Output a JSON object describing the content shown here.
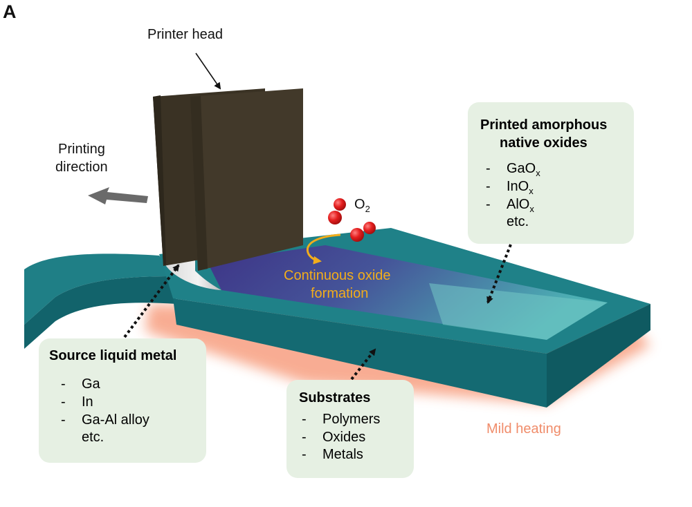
{
  "panel_label": "A",
  "labels": {
    "printer_head": "Printer head",
    "printing_direction_1": "Printing",
    "printing_direction_2": "direction",
    "o2_main": "O",
    "o2_sub": "2",
    "oxide_formation_1": "Continuous oxide",
    "oxide_formation_2": "formation",
    "mild_heating": "Mild heating"
  },
  "boxes": {
    "oxides": {
      "title_1": "Printed amorphous",
      "title_2": "native oxides",
      "items": [
        {
          "dash": "-",
          "main": "GaO",
          "sub": "x"
        },
        {
          "dash": "-",
          "main": "InO",
          "sub": "x"
        },
        {
          "dash": "-",
          "main": "AlO",
          "sub": "x"
        },
        {
          "dash": "",
          "main": "etc.",
          "sub": ""
        }
      ]
    },
    "source": {
      "title": "Source liquid metal",
      "items": [
        {
          "dash": "-",
          "main": "Ga"
        },
        {
          "dash": "-",
          "main": "In"
        },
        {
          "dash": "-",
          "main": "Ga-Al alloy"
        },
        {
          "dash": "",
          "main": "etc."
        }
      ]
    },
    "substrates": {
      "title": "Substrates",
      "items": [
        {
          "dash": "-",
          "main": "Polymers"
        },
        {
          "dash": "-",
          "main": "Oxides"
        },
        {
          "dash": "-",
          "main": "Metals"
        }
      ]
    }
  },
  "colors": {
    "substrate_top": "#1f7f86",
    "substrate_side": "#136870",
    "printer_head": "#3e3526",
    "oxide_film": "#4a3f8c",
    "box_fill": "#e6f0e3",
    "arrow_orange": "#f2ad1b",
    "heating_glow": "#f36b3b",
    "o2_red": "#e41e1e"
  }
}
